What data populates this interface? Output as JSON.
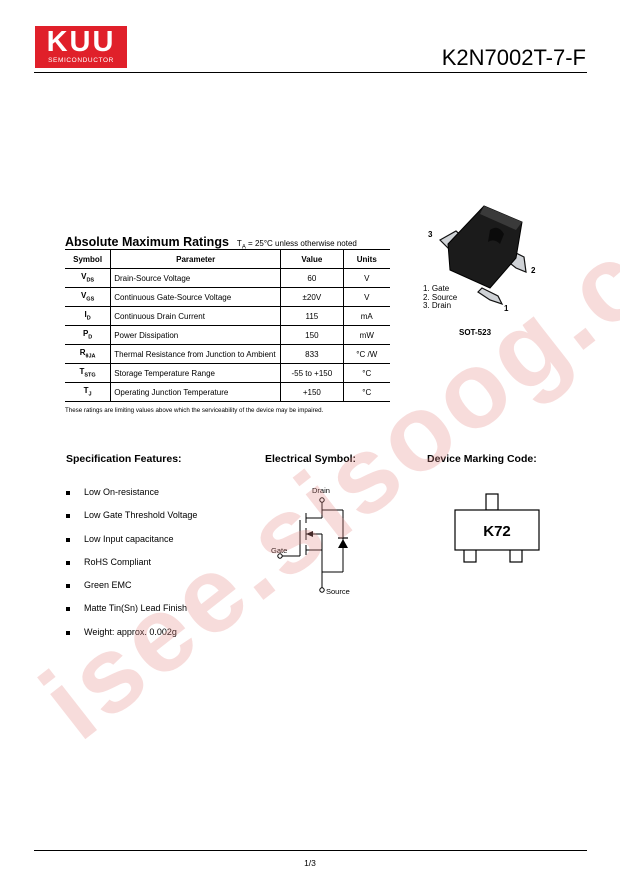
{
  "header": {
    "logo_main": "KUU",
    "logo_sub": "SEMICONDUCTOR",
    "part_number": "K2N7002T-7-F"
  },
  "watermark": "isee.sisoog.com",
  "ratings": {
    "title": "Absolute Maximum Ratings",
    "condition_prefix": "T",
    "condition_sub": "A",
    "condition_rest": " = 25°C unless otherwise noted",
    "headers": [
      "Symbol",
      "Parameter",
      "Value",
      "Units"
    ],
    "rows": [
      {
        "sym": "V",
        "sub": "DS",
        "param": "Drain-Source Voltage",
        "value": "60",
        "unit": "V"
      },
      {
        "sym": "V",
        "sub": "GS",
        "param": "Continuous Gate-Source Voltage",
        "value": "±20V",
        "unit": "V"
      },
      {
        "sym": "I",
        "sub": "D",
        "param": "Continuous Drain Current",
        "value": "115",
        "unit": "mA"
      },
      {
        "sym": "P",
        "sub": "D",
        "param": "Power Dissipation",
        "value": "150",
        "unit": "mW"
      },
      {
        "sym": "R",
        "sub": "θJA",
        "param": "Thermal Resistance from Junction to Ambient",
        "value": "833",
        "unit": "°C /W"
      },
      {
        "sym": "T",
        "sub": "STG",
        "param": "Storage Temperature Range",
        "value": "-55 to +150",
        "unit": "°C"
      },
      {
        "sym": "T",
        "sub": "J",
        "param": "Operating Junction Temperature",
        "value": "+150",
        "unit": "°C"
      }
    ],
    "note": "These ratings are limiting values above which the serviceability of the device may be impaired."
  },
  "package": {
    "pin_labels": [
      "3",
      "2",
      "1"
    ],
    "legend": [
      "1. Gate",
      "2. Source",
      "3. Drain"
    ],
    "name": "SOT-523"
  },
  "sections": {
    "features_title": "Specification Features:",
    "symbol_title": "Electrical Symbol:",
    "marking_title": "Device Marking Code:"
  },
  "features": [
    "Low On-resistance",
    "Low Gate Threshold Voltage",
    "Low Input capacitance",
    "RoHS Compliant",
    "Green EMC",
    "Matte Tin(Sn) Lead Finish",
    "Weight: approx. 0.002g"
  ],
  "symbol": {
    "drain": "Drain",
    "gate": "Gate",
    "source": "Source"
  },
  "marking": {
    "code": "K72"
  },
  "footer": {
    "page": "1/3"
  }
}
